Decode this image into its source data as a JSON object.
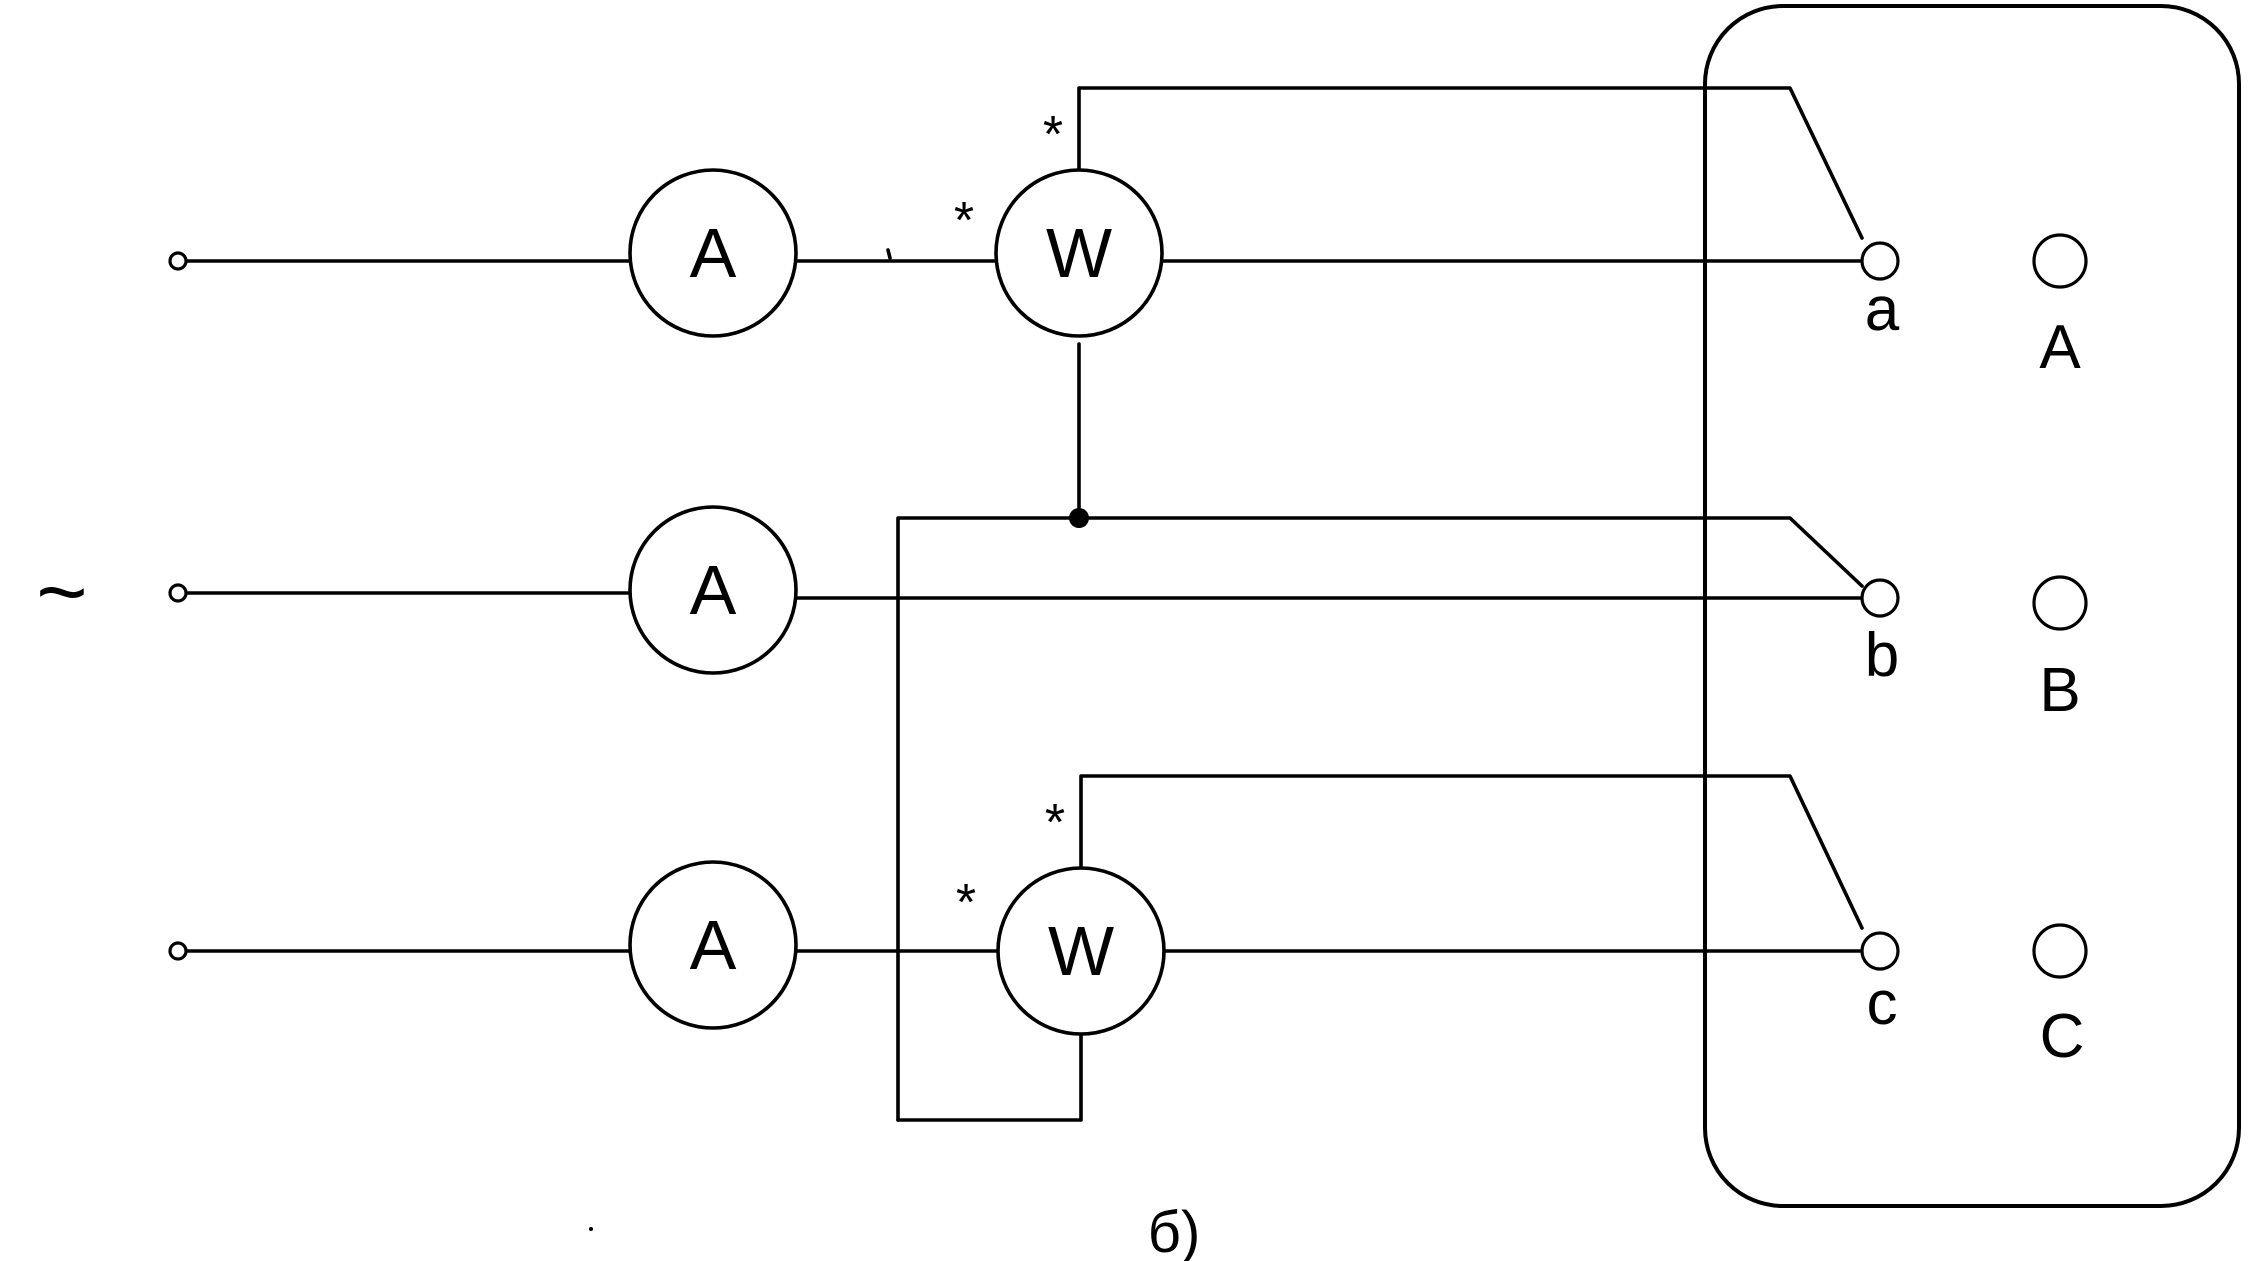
{
  "diagram": {
    "source_symbol": "~",
    "ammeter_label": "A",
    "wattmeter_label": "W",
    "polarity_mark": "*",
    "terminals_load": [
      "a",
      "b",
      "c"
    ],
    "terminals_supply": [
      "A",
      "B",
      "C"
    ],
    "caption": "б)"
  }
}
